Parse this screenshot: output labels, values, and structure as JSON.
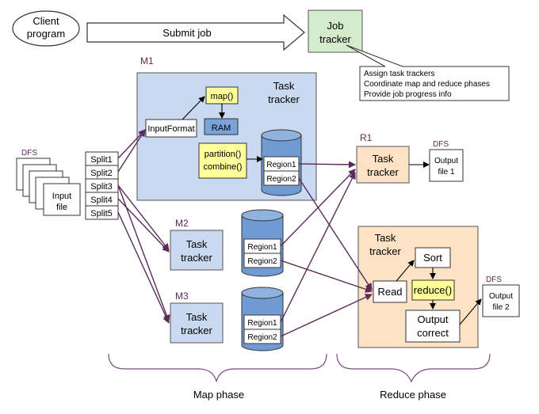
{
  "client": {
    "line1": "Client",
    "line2": "program"
  },
  "submit_job": "Submit job",
  "job_tracker": {
    "line1": "Job",
    "line2": "tracker"
  },
  "job_tasks": [
    "Assign task trackers",
    "Coordinate map and reduce phases",
    "Provide job progress info"
  ],
  "dfs_label": "DFS",
  "input_file": {
    "line1": "Input",
    "line2": "file"
  },
  "splits": [
    "Split1",
    "Split2",
    "Split3",
    "Split4",
    "Split5"
  ],
  "m1": {
    "label": "M1",
    "task_tracker": {
      "line1": "Task",
      "line2": "tracker"
    },
    "input_format": "InputFormat",
    "map": "map()",
    "ram": "RAM",
    "partition": "partition()",
    "combine": "combine()",
    "region1": "Region1",
    "region2": "Region2"
  },
  "m2": {
    "label": "M2",
    "task_tracker": {
      "line1": "Task",
      "line2": "tracker"
    },
    "region1": "Region1",
    "region2": "Region2"
  },
  "m3": {
    "label": "M3",
    "task_tracker": {
      "line1": "Task",
      "line2": "tracker"
    },
    "region1": "Region1",
    "region2": "Region2"
  },
  "r1": {
    "label": "R1",
    "task_tracker": {
      "line1": "Task",
      "line2": "tracker"
    },
    "dfs": "DFS",
    "output": {
      "line1": "Output",
      "line2": "file 1"
    }
  },
  "r2": {
    "task_tracker": {
      "line1": "Task",
      "line2": "tracker"
    },
    "read": "Read",
    "sort": "Sort",
    "reduce": "reduce()",
    "output_correct": {
      "line1": "Output",
      "line2": "correct"
    },
    "dfs": "DFS",
    "output": {
      "line1": "Output",
      "line2": "file 2"
    }
  },
  "map_phase": "Map phase",
  "reduce_phase": "Reduce phase",
  "colors": {
    "job_tracker": "#d4ebcc",
    "m1_bg": "#c9d9ef",
    "task_tracker_bg": "#c9d9ef",
    "cylinder": "#6f9ad2",
    "function_box": "#ffff99",
    "ram_box": "#7aa3d8",
    "reduce_bg": "#fde2c6",
    "arrow_purple": "#5a2a5a"
  }
}
